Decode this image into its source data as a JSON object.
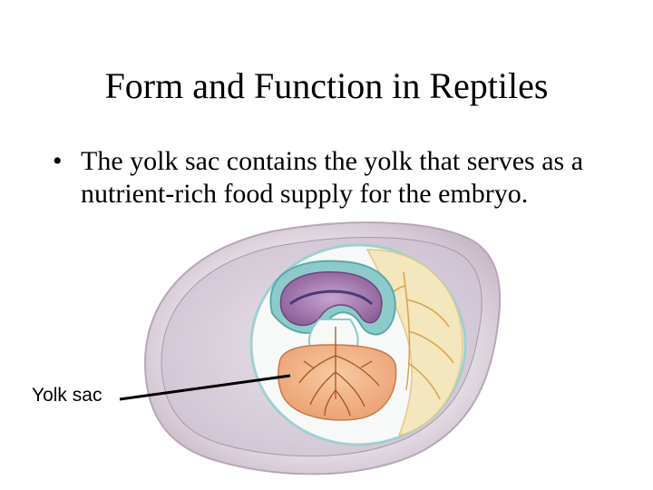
{
  "slide": {
    "title": "Form and Function in Reptiles",
    "bullets": [
      {
        "marker": "•",
        "text": "The yolk sac contains the yolk that serves as a nutrient-rich food supply for the embryo."
      }
    ]
  },
  "figure": {
    "callout_label": "Yolk sac",
    "colors": {
      "shell": "#ece6ee",
      "shell_edge": "#b8a7b6",
      "albumen": "#d9d2dc",
      "amnion_teal": "#7cc4c6",
      "embryo_purple": "#9b6fa6",
      "yolk_sac": "#f2b88c",
      "vessels": "#b35a1f",
      "allantois": "#f4dfa6"
    }
  }
}
